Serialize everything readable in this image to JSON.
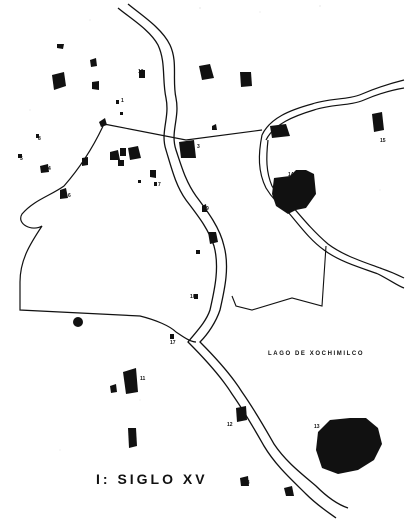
{
  "map": {
    "title": "I: SIGLO XV",
    "lake_label": "LAGO DE XOCHIMILCO",
    "ink_color": "#111111",
    "paper_color": "#ffffff",
    "site_numbers": [
      "1",
      "2",
      "3",
      "4",
      "5",
      "6",
      "7",
      "8",
      "9",
      "10",
      "11",
      "12",
      "13",
      "14",
      "15",
      "16",
      "17",
      "18"
    ]
  }
}
